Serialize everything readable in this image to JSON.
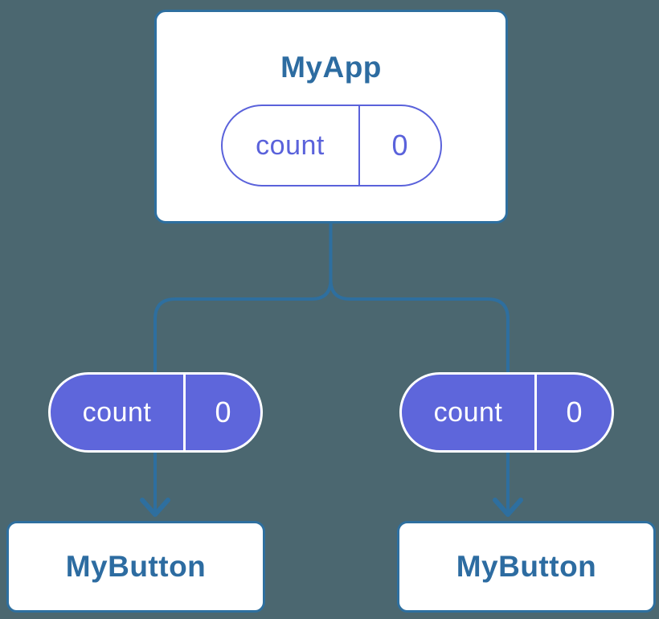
{
  "diagram": {
    "description": "Component tree sharing state: parent holds state, passes it down as props",
    "root": {
      "title": "MyApp",
      "state": {
        "name": "count",
        "value": "0"
      }
    },
    "children": [
      {
        "title": "MyButton",
        "prop": {
          "name": "count",
          "value": "0"
        }
      },
      {
        "title": "MyButton",
        "prop": {
          "name": "count",
          "value": "0"
        }
      }
    ],
    "colors": {
      "background": "#4B6770",
      "connector_blue": "#2E6F9F",
      "title_blue": "#2D6CA1",
      "purple_outline": "#5A62DB",
      "purple_fill": "#5E66DB",
      "card_background": "#FFFFFF",
      "pill_text_on_fill": "#FFFFFF"
    }
  }
}
